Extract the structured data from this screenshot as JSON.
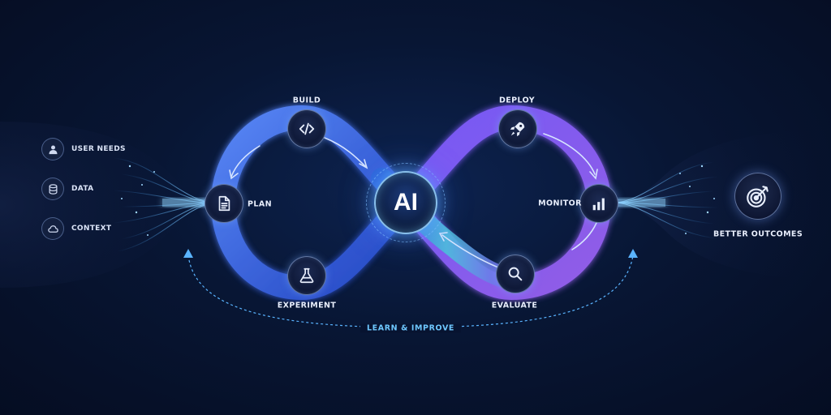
{
  "center": {
    "label": "AI"
  },
  "stages": {
    "build": "BUILD",
    "deploy": "DEPLOY",
    "plan": "PLAN",
    "monitor": "MONITOR",
    "experiment": "EXPERIMENT",
    "evaluate": "EVALUATE"
  },
  "inputs": [
    {
      "label": "USER NEEDS",
      "icon": "user-icon"
    },
    {
      "label": "DATA",
      "icon": "database-icon"
    },
    {
      "label": "CONTEXT",
      "icon": "cloud-icon"
    }
  ],
  "output": {
    "label": "BETTER OUTCOMES",
    "icon": "target-icon"
  },
  "feedback": {
    "label": "LEARN & IMPROVE"
  },
  "colors": {
    "left_loop": "#3d6cf0",
    "right_loop": "#8a5cf2",
    "teal_band": "#48c8d8",
    "accent": "#6ec8ff",
    "background": "#081634"
  }
}
